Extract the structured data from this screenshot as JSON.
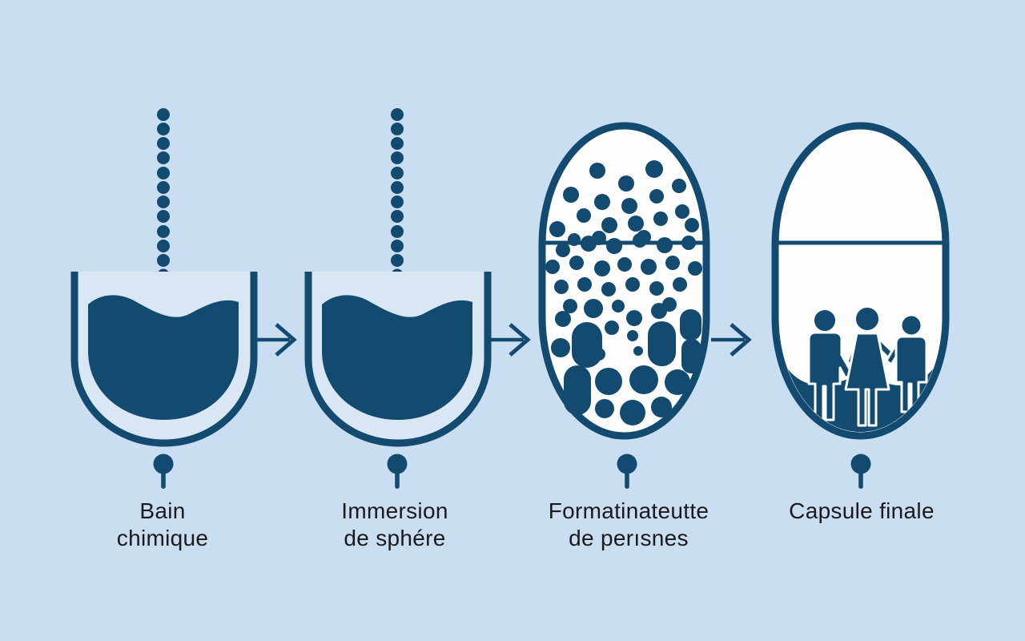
{
  "diagram": {
    "background_color": "#cadef2",
    "primary_color": "#134a70",
    "capsule_fill_color": "#fdfdfd",
    "vessel_inner_color": "#d9e7f4",
    "label_color": "#1a1a1c",
    "steps": [
      {
        "name": "chemical-bath",
        "icon": "bath-vessel-with-falling-spheres-icon",
        "label": [
          "Bain",
          "chimique"
        ]
      },
      {
        "name": "sphere-immersion",
        "icon": "bath-vessel-with-falling-spheres-icon",
        "label": [
          "Immersion",
          "de sphére"
        ]
      },
      {
        "name": "pearl-formation",
        "icon": "capsule-with-beads-icon",
        "label": [
          "Formatinateutte",
          "de perısnes"
        ]
      },
      {
        "name": "final-capsule",
        "icon": "capsule-with-people-icon",
        "label": [
          "Capsule finale"
        ]
      }
    ],
    "connectors": {
      "type": "right-arrow",
      "count": 3
    }
  }
}
